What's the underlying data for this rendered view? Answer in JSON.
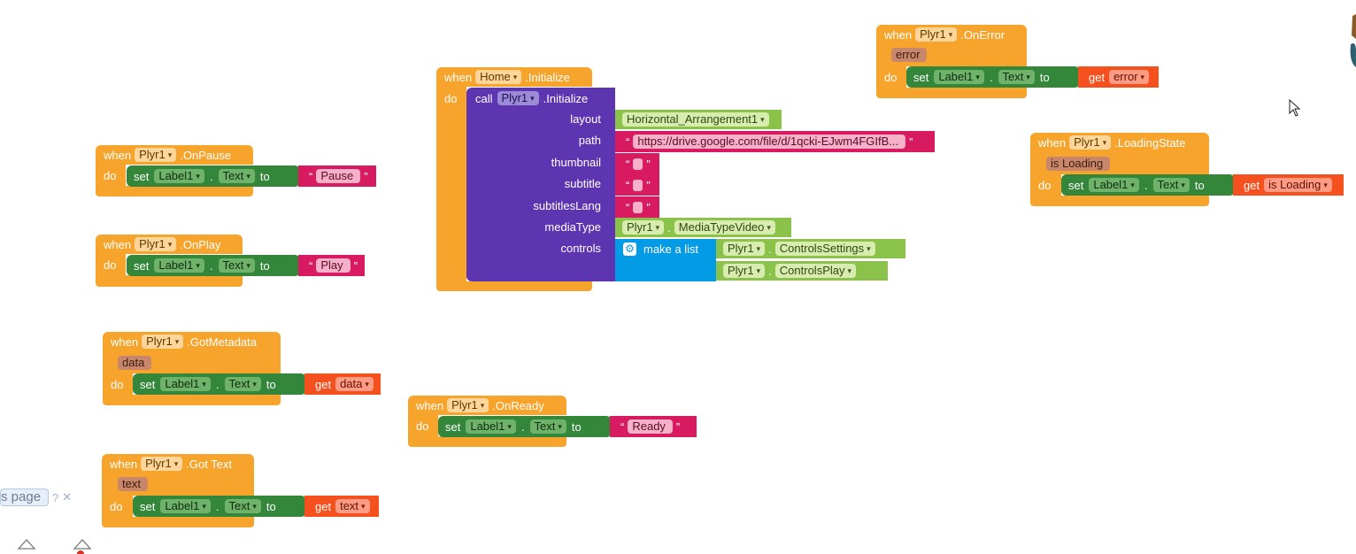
{
  "keywords": {
    "when": "when",
    "do": "do",
    "set": "set",
    "to": "to",
    "get": "get",
    "call": "call",
    "dot": "."
  },
  "quote_open": "“",
  "quote_close": "”",
  "blocks": {
    "on_pause": {
      "component": "Plyr1",
      "event": ".OnPause",
      "target": "Label1",
      "prop": "Text",
      "value": "Pause"
    },
    "on_play": {
      "component": "Plyr1",
      "event": ".OnPlay",
      "target": "Label1",
      "prop": "Text",
      "value": "Play"
    },
    "got_metadata": {
      "component": "Plyr1",
      "event": ".GotMetadata",
      "param": "data",
      "target": "Label1",
      "prop": "Text",
      "get": "data"
    },
    "got_text": {
      "component": "Plyr1",
      "event": ".Got Text",
      "param": "text",
      "target": "Label1",
      "prop": "Text",
      "get": "text"
    },
    "on_ready": {
      "component": "Plyr1",
      "event": ".OnReady",
      "target": "Label1",
      "prop": "Text",
      "value": "Ready"
    },
    "on_error": {
      "component": "Plyr1",
      "event": ".OnError",
      "param": "error",
      "target": "Label1",
      "prop": "Text",
      "get": "error"
    },
    "loading_state": {
      "component": "Plyr1",
      "event": ".LoadingState",
      "param": "is Loading",
      "target": "Label1",
      "prop": "Text",
      "get": "is Loading"
    },
    "home_init": {
      "component": "Home",
      "event": ".Initialize",
      "call_component": "Plyr1",
      "call_method": ".Initialize",
      "params": {
        "layout": "layout",
        "path": "path",
        "thumbnail": "thumbnail",
        "subtitle": "subtitle",
        "subtitlesLang": "subtitlesLang",
        "mediaType": "mediaType",
        "controls": "controls"
      },
      "layout_value": "Horizontal_Arrangement1",
      "path_value": "https://drive.google.com/file/d/1qcki-EJwm4FGIfB...",
      "media_component": "Plyr1",
      "media_value": "MediaTypeVideo",
      "make_list": "make a list",
      "list_items": [
        {
          "component": "Plyr1",
          "value": "ControlsSettings"
        },
        {
          "component": "Plyr1",
          "value": "ControlsPlay"
        }
      ]
    }
  },
  "help_bar": {
    "label": "s page",
    "help_icon": "question-icon",
    "close_icon": "close-icon"
  },
  "colors": {
    "event": "#f6a42c",
    "setter": "#33863a",
    "text": "#d81b60",
    "getter": "#f4511e",
    "component": "#8bc34a",
    "procedure": "#5e35b1",
    "list": "#039be5"
  }
}
